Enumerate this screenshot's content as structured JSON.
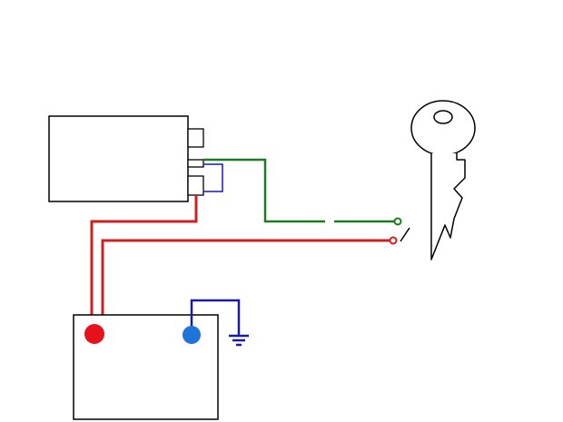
{
  "diagram": {
    "components": {
      "module": "box",
      "battery": "box",
      "key": "key-icon",
      "ignition_switch": "switch",
      "ground": "ground-icon"
    },
    "wires": {
      "power": "#d01f1f",
      "switched": "#d01f1f",
      "signal": "#1f7a1f",
      "ground": "#1a1aa8"
    },
    "terminals": {
      "positive": "#e8101a",
      "negative": "#1e74d8"
    },
    "outline": "#000000"
  }
}
